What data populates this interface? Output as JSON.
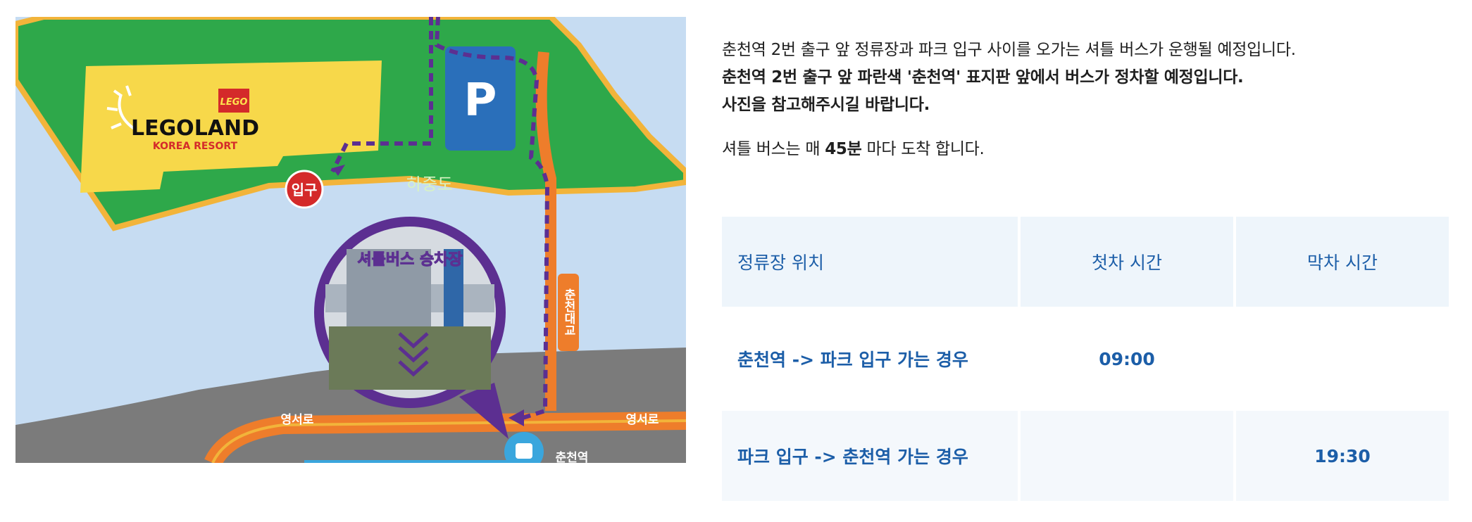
{
  "map": {
    "logo_badge": "LEGO",
    "logo_title": "LEGOLAND",
    "logo_subtitle": "KOREA RESORT",
    "entrance_label": "입구",
    "island_label": "하중도",
    "parking_label": "P",
    "bridge_label": "춘천대교",
    "stop_bubble_label": "셔틀버스 승차장",
    "road_left_label": "영서로",
    "road_right_label": "영서로",
    "station_label": "춘천역",
    "colors": {
      "water": "#c6dcf2",
      "island": "#2ea84a",
      "island_edge": "#f2b43a",
      "park": "#f7d84a",
      "parking": "#2a6fba",
      "road": "#ee7d2b",
      "route": "#5c2f91",
      "entrance": "#d42a2a",
      "station": "#3aa6dd"
    }
  },
  "info": {
    "line1": "춘천역 2번 출구 앞 정류장과 파크 입구 사이를 오가는 셔틀 버스가 운행될 예정입니다.",
    "line2": "춘천역 2번 출구 앞 파란색 '춘천역' 표지판 앞에서 버스가 정차할 예정입니다.",
    "line3": "사진을 참고해주시길 바랍니다.",
    "freq_prefix": "셔틀 버스는 매 ",
    "freq_value": "45분",
    "freq_suffix": " 마다 도착 합니다."
  },
  "schedule": {
    "headers": [
      "정류장 위치",
      "첫차 시간",
      "막차 시간"
    ],
    "rows": [
      {
        "location": "춘천역 -> 파크 입구 가는 경우",
        "first": "09:00",
        "last": ""
      },
      {
        "location": "파크 입구 -> 춘천역 가는 경우",
        "first": "",
        "last": "19:30"
      }
    ]
  }
}
